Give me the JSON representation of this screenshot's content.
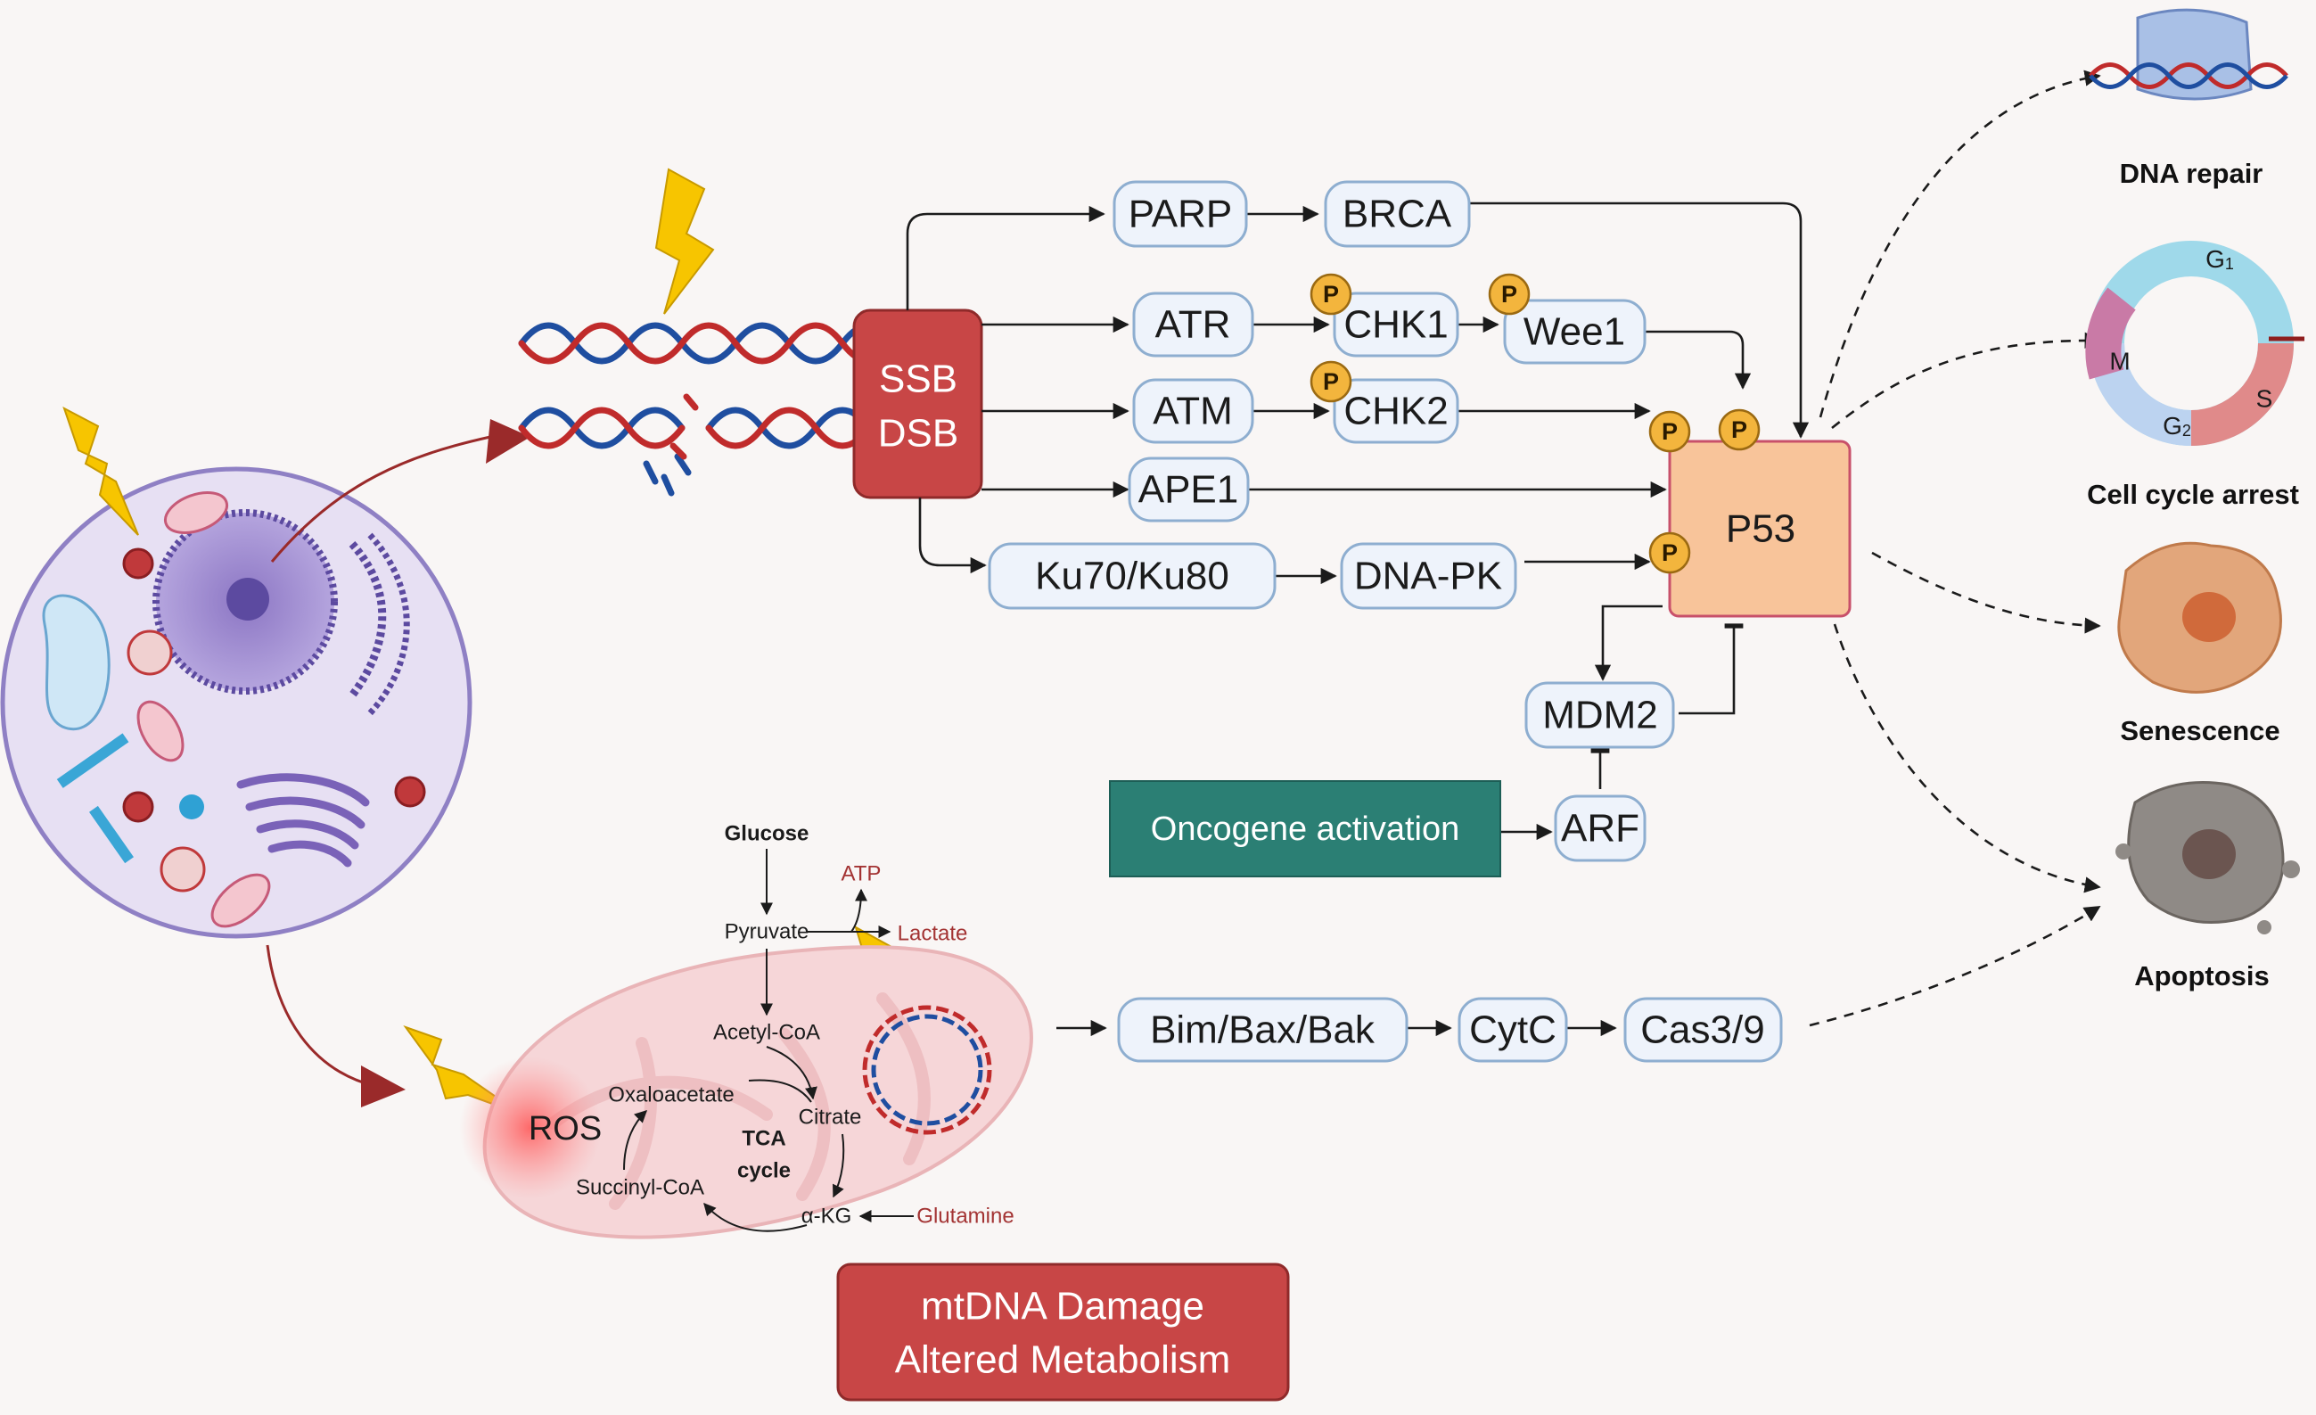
{
  "nodes": {
    "ssb": "SSB",
    "dsb": "DSB",
    "parp": "PARP",
    "brca": "BRCA",
    "atr": "ATR",
    "chk1": "CHK1",
    "wee1": "Wee1",
    "atm": "ATM",
    "chk2": "CHK2",
    "ape1": "APE1",
    "ku": "Ku70/Ku80",
    "dnapk": "DNA-PK",
    "p53": "P53",
    "mdm2": "MDM2",
    "arf": "ARF",
    "oncogene": "Oncogene activation",
    "bim": "Bim/Bax/Bak",
    "cytc": "CytC",
    "cas": "Cas3/9",
    "phospho": "P"
  },
  "metabolism": {
    "glucose": "Glucose",
    "atp": "ATP",
    "pyruvate": "Pyruvate",
    "lactate": "Lactate",
    "acetyl_coa": "Acetyl-CoA",
    "oxaloacetate": "Oxaloacetate",
    "citrate": "Citrate",
    "tca_line1": "TCA",
    "tca_line2": "cycle",
    "succinyl_coa": "Succinyl-CoA",
    "akg": "α-KG",
    "glutamine": "Glutamine",
    "ros": "ROS"
  },
  "mtdna_box": {
    "line1": "mtDNA Damage",
    "line2": "Altered Metabolism"
  },
  "outcomes": {
    "dna_repair": "DNA repair",
    "cell_cycle_arrest": "Cell cycle arrest",
    "senescence": "Senescence",
    "apoptosis": "Apoptosis"
  },
  "cell_cycle_labels": {
    "g1": "G",
    "g1_sub": "1",
    "s": "S",
    "g2": "G",
    "g2_sub": "2",
    "m": "M"
  },
  "colors": {
    "box_fill": "#eef3fb",
    "box_stroke": "#8eaed0",
    "ssb_dsb_fill": "#c84646",
    "p53_fill": "#f8c49a",
    "p53_stroke": "#c8506a",
    "oncogene_fill": "#2b7f74",
    "phospho_fill": "#f3b53d",
    "accent_red": "#a33333"
  }
}
